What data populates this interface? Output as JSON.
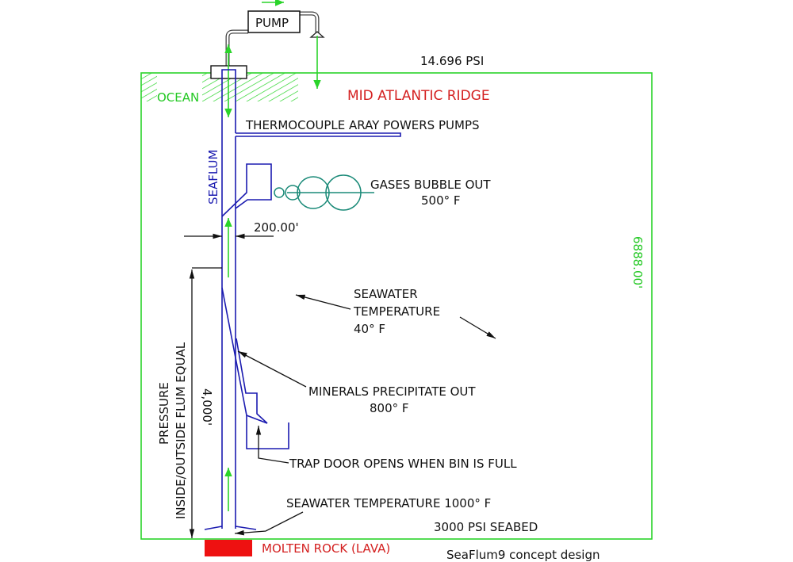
{
  "labels": {
    "pump": "PUMP",
    "surface_pressure": "14.696 PSI",
    "ocean": "OCEAN",
    "location": "MID ATLANTIC RIDGE",
    "thermocouple": "THERMOCOUPLE ARAY POWERS PUMPS",
    "seaflum": "SEAFLUM",
    "gases_line1": "GASES BUBBLE OUT",
    "gases_line2": "500° F",
    "width_dim": "200.00'",
    "depth_dim": "6888.00'",
    "seawater_line1": "SEAWATER",
    "seawater_line2": "TEMPERATURE",
    "seawater_line3": "40° F",
    "minerals_line1": "MINERALS PRECIPITATE OUT",
    "minerals_line2": "800° F",
    "pressure_line1": "PRESSURE",
    "pressure_line2": "INSIDE/OUTSIDE FLUM EQUAL",
    "height_dim": "4,000'",
    "trap_door": "TRAP DOOR OPENS WHEN BIN IS FULL",
    "vent_temp": "SEAWATER TEMPERATURE 1000° F",
    "seabed_pressure": "3000 PSI SEABED",
    "lava": "MOLTEN ROCK (LAVA)",
    "caption": "SeaFlum9 concept design"
  },
  "colors": {
    "ocean": "#2ad42a",
    "flume": "#1b1bb0",
    "lava": "#ee1111",
    "label_red": "#d42020",
    "bubbles": "#1a8a78"
  }
}
